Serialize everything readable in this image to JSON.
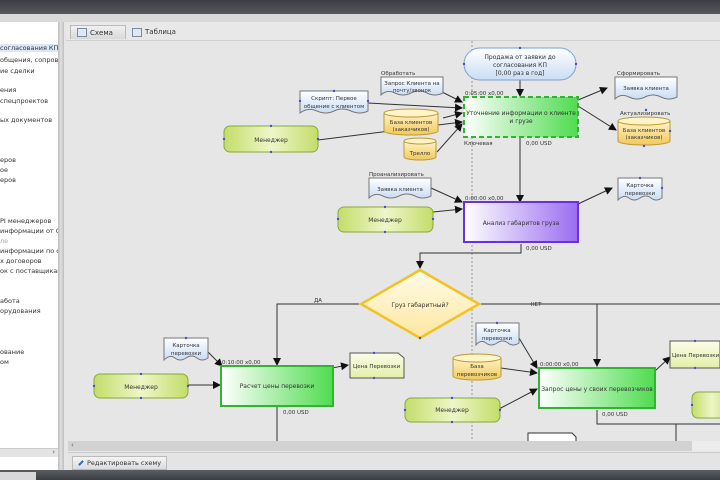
{
  "sidebar": {
    "items": [
      {
        "label": "согласования КП",
        "selected": true
      },
      {
        "label": "общения, сопровождения"
      },
      {
        "label": "ие сделки"
      },
      {
        "label": "ения"
      },
      {
        "label": "спецпроектов"
      },
      {
        "label": "ых документов"
      },
      {
        "label": "еров"
      },
      {
        "label": "ое"
      },
      {
        "label": "еров"
      },
      {
        "label": "PI менеджеров"
      },
      {
        "label": "информации от С"
      },
      {
        "label": "ле",
        "dim": true
      },
      {
        "label": "информации по сч"
      },
      {
        "label": "х договоров"
      },
      {
        "label": "ок с поставщикам"
      },
      {
        "label": "абота"
      },
      {
        "label": "орудования"
      },
      {
        "label": "ование"
      },
      {
        "label": "ом"
      }
    ]
  },
  "tabs": [
    {
      "label": "Схема",
      "active": true
    },
    {
      "label": "Таблица",
      "active": false
    }
  ],
  "toolbar": {
    "edit_label": "Редактировать схему"
  },
  "diagram": {
    "start_event": {
      "line1": "Продажа от заявки до",
      "line2": "согласования КП",
      "line3": "[0,00 раз в год]"
    },
    "processes": {
      "clarify": {
        "label1": "Уточнение информации о клиенте",
        "label2": "и грузе",
        "time": "0:05:00 x0,00",
        "cost": "0,00 USD",
        "tag": "Ключевая"
      },
      "analyze": {
        "label": "Анализ габаритов груза",
        "time": "0:00:00 x0,00",
        "cost": "0,00 USD"
      },
      "calc": {
        "label": "Расчет цены перевозки",
        "time": "0:10:00 x0,00",
        "cost": "0,00 USD"
      },
      "request": {
        "label": "Запрос цены у своих перевозчиков",
        "time": "0:00:00 x0,00",
        "cost": "0,00 USD"
      }
    },
    "decision": {
      "label": "Груз габаритный?",
      "yes": "ДА",
      "no": "НЕТ"
    },
    "roles": {
      "manager": "Менеджер"
    },
    "documents": {
      "client_request": {
        "caption": "Обработать",
        "line1": "Запрос Клиента на",
        "line2": "почту/звонок"
      },
      "script": {
        "line1": "Скрипт: Первое",
        "line2": "общение с клиентом"
      },
      "client_order": {
        "caption": "Сформировать",
        "label": "Заявка клиента"
      },
      "client_order2": {
        "caption": "Проанализировать",
        "label": "Заявка клиента"
      },
      "card": {
        "line1": "Карточка",
        "line2": "перевозки"
      },
      "price": {
        "label": "Цена Перевозки"
      }
    },
    "databases": {
      "clients": {
        "line1": "База клиентов",
        "line2": "(заказчиков)"
      },
      "clients_right": {
        "caption": "Актуализировать",
        "line1": "База клиентов",
        "line2": "(заказчиков)"
      },
      "trello": {
        "label": "Трелло"
      },
      "carriers": {
        "line1": "База",
        "line2": "перевозчиков"
      }
    }
  },
  "colors": {
    "process_green": "#3fd13f",
    "process_purple": "#7a3fe0",
    "decision": "#f5c832",
    "role": "#c8e27a",
    "document": "#d5e6f8",
    "database": "#f5d37a"
  }
}
